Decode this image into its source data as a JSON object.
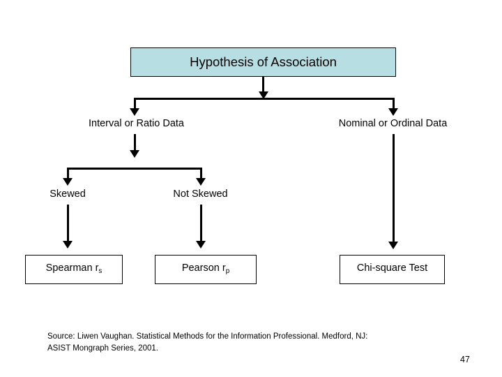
{
  "slide": {
    "page_number": "47",
    "background_color": "#ffffff",
    "title_box_color": "#b7dfe3",
    "line_color": "#000000"
  },
  "diagram": {
    "type": "flowchart",
    "title": "Hypothesis of Association",
    "nodes": {
      "root": {
        "label": "Hypothesis of Association",
        "style": "filled-box"
      },
      "branch_left": {
        "label": "Interval or Ratio Data",
        "style": "plain-text"
      },
      "branch_right": {
        "label": "Nominal or Ordinal Data",
        "style": "plain-text"
      },
      "sub_left": {
        "label": "Skewed",
        "style": "plain-text"
      },
      "sub_right": {
        "label": "Not Skewed",
        "style": "plain-text"
      },
      "leaf_spearman": {
        "label_main": "Spearman r",
        "label_sub": "s",
        "style": "outlined-box"
      },
      "leaf_pearson": {
        "label_main": "Pearson r",
        "label_sub": "p",
        "style": "outlined-box"
      },
      "leaf_chisquare": {
        "label_main": "Chi-square Test",
        "label_sub": "",
        "style": "outlined-box"
      }
    },
    "edges": [
      {
        "from": "root",
        "to": "branch_left"
      },
      {
        "from": "root",
        "to": "branch_right"
      },
      {
        "from": "branch_left",
        "to": "sub_left"
      },
      {
        "from": "branch_left",
        "to": "sub_right"
      },
      {
        "from": "sub_left",
        "to": "leaf_spearman"
      },
      {
        "from": "sub_right",
        "to": "leaf_pearson"
      },
      {
        "from": "branch_right",
        "to": "leaf_chisquare"
      }
    ]
  },
  "footer": {
    "source_line_1": "Source: Liwen Vaughan. Statistical Methods for the Information Professional.  Medford, NJ:",
    "source_line_2": "ASIST Mongraph Series, 2001."
  }
}
